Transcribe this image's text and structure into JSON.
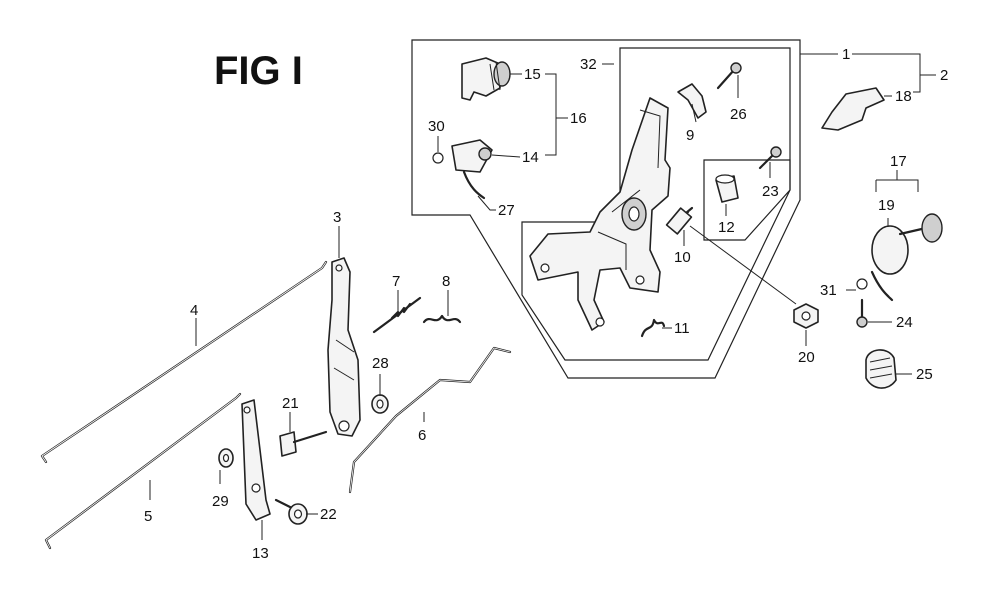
{
  "figure": {
    "title": "FIG I"
  },
  "callouts": [
    {
      "id": "c1",
      "label": "1"
    },
    {
      "id": "c2",
      "label": "2"
    },
    {
      "id": "c3",
      "label": "3"
    },
    {
      "id": "c4",
      "label": "4"
    },
    {
      "id": "c5",
      "label": "5"
    },
    {
      "id": "c6",
      "label": "6"
    },
    {
      "id": "c7",
      "label": "7"
    },
    {
      "id": "c8",
      "label": "8"
    },
    {
      "id": "c9",
      "label": "9"
    },
    {
      "id": "c10",
      "label": "10"
    },
    {
      "id": "c11",
      "label": "11"
    },
    {
      "id": "c12",
      "label": "12"
    },
    {
      "id": "c13",
      "label": "13"
    },
    {
      "id": "c14",
      "label": "14"
    },
    {
      "id": "c15",
      "label": "15"
    },
    {
      "id": "c16",
      "label": "16"
    },
    {
      "id": "c17",
      "label": "17"
    },
    {
      "id": "c18",
      "label": "18"
    },
    {
      "id": "c19",
      "label": "19"
    },
    {
      "id": "c20",
      "label": "20"
    },
    {
      "id": "c21",
      "label": "21"
    },
    {
      "id": "c22",
      "label": "22"
    },
    {
      "id": "c23",
      "label": "23"
    },
    {
      "id": "c24",
      "label": "24"
    },
    {
      "id": "c25",
      "label": "25"
    },
    {
      "id": "c26",
      "label": "26"
    },
    {
      "id": "c27",
      "label": "27"
    },
    {
      "id": "c28",
      "label": "28"
    },
    {
      "id": "c29",
      "label": "29"
    },
    {
      "id": "c30",
      "label": "30"
    },
    {
      "id": "c31",
      "label": "31"
    },
    {
      "id": "c32",
      "label": "32"
    }
  ]
}
